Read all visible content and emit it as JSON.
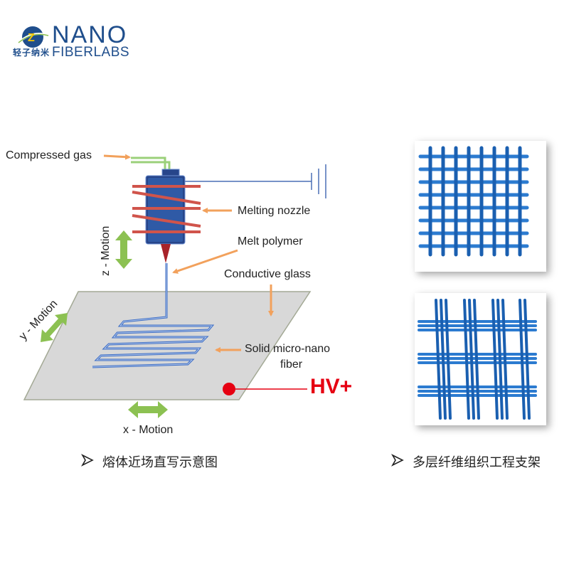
{
  "logo": {
    "name_top": "NANO",
    "name_bottom": "FIBERLABS",
    "name_cn": "轻子纳米"
  },
  "diagram": {
    "labels": {
      "compressed_gas": "Compressed gas",
      "melting_nozzle": "Melting nozzle",
      "melt_polymer": "Melt polymer",
      "conductive_glass": "Conductive glass",
      "solid_fiber_line1": "Solid micro-nano",
      "solid_fiber_line2": "fiber",
      "hv": "HV+",
      "z_motion": "z - Motion",
      "y_motion": "y - Motion",
      "x_motion": "x - Motion"
    },
    "caption": "熔体近场直写示意图"
  },
  "scaffold": {
    "caption": "多层纤维组织工程支架"
  },
  "colors": {
    "arrow_orange": "#f2a15c",
    "motion_green": "#8cc152",
    "nozzle_blue": "#27458a",
    "coil_red": "#d0544b",
    "fiber_blue": "#3a6bc4",
    "hv_red": "#e60012",
    "scaffold_blue": "#2c7bd0"
  }
}
